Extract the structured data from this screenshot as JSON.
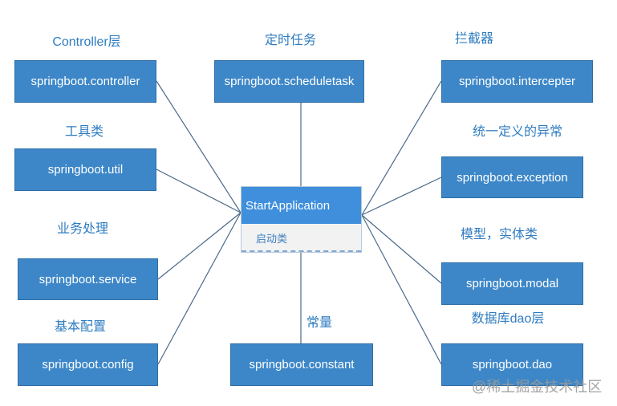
{
  "center": {
    "title": "StartApplication",
    "subtitle": "启动类"
  },
  "boxes": {
    "controller": "springboot.controller",
    "scheduletask": "springboot.scheduletask",
    "intercepter": "springboot.intercepter",
    "util": "springboot.util",
    "exception": "springboot.exception",
    "service": "springboot.service",
    "modal": "springboot.modal",
    "config": "springboot.config",
    "constant": "springboot.constant",
    "dao": "springboot.dao"
  },
  "labels": {
    "controller": "Controller层",
    "scheduletask": "定时任务",
    "intercepter": "拦截器",
    "util": "工具类",
    "exception": "统一定义的异常",
    "service": "业务处理",
    "modal": "模型，实体类",
    "config": "基本配置",
    "constant": "常量",
    "dao": "数据库dao层"
  },
  "watermark": "@稀土掘金技术社区"
}
